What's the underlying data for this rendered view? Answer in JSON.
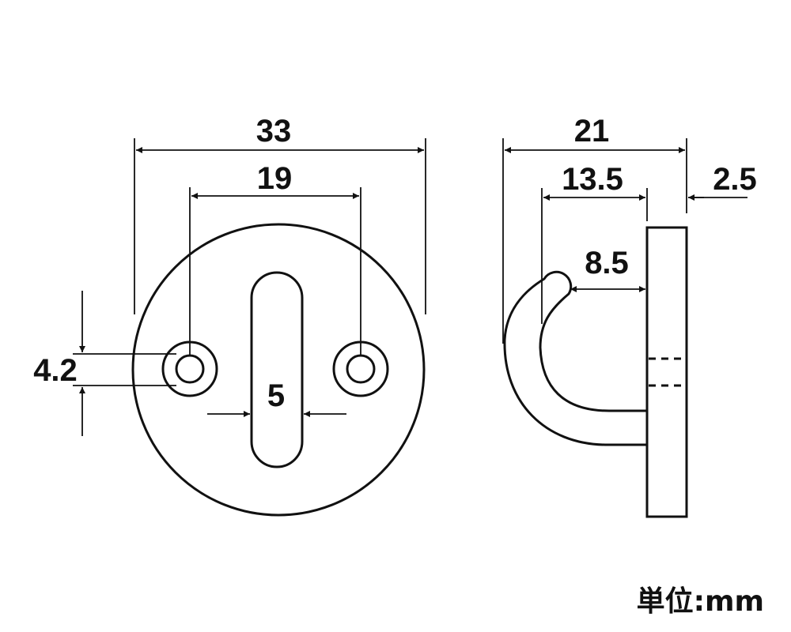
{
  "front_view": {
    "dim_overall_width": "33",
    "dim_hole_spacing": "19",
    "dim_hole_diameter": "4.2",
    "dim_slot_width": "5"
  },
  "side_view": {
    "dim_total_depth": "21",
    "dim_hook_depth": "13.5",
    "dim_plate_thickness": "2.5",
    "dim_hook_opening": "8.5"
  },
  "unit_label": "単位:mm"
}
